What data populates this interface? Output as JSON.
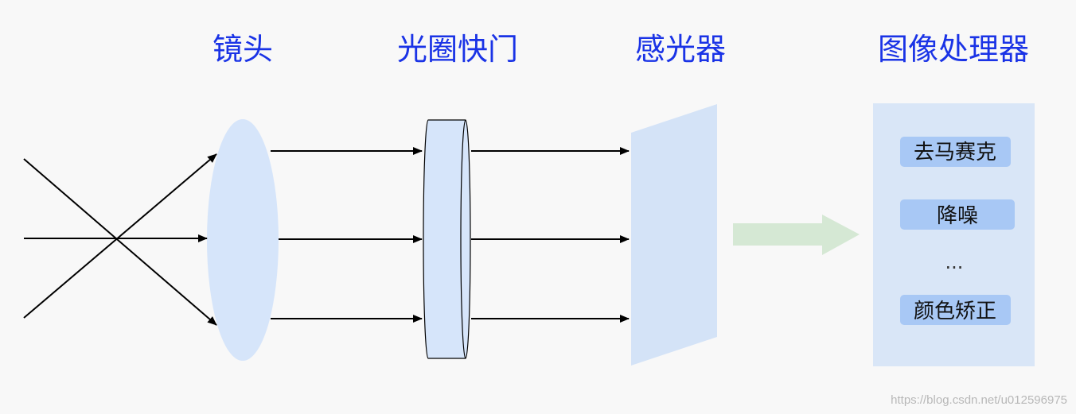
{
  "titles": {
    "lens": "镜头",
    "aperture_shutter": "光圈快门",
    "sensor": "感光器",
    "isp": "图像处理器"
  },
  "isp_steps": {
    "demosaic": "去马赛克",
    "denoise": "降噪",
    "ellipsis": "...",
    "color_correction": "颜色矫正"
  },
  "watermark": "https://blog.csdn.net/u012596975",
  "colors": {
    "title": "#1a33e6",
    "lens_fill": "#d6e5fa",
    "sensor_fill": "#d4e3f7",
    "isp_panel": "#d9e6f7",
    "pill": "#a8c8f5",
    "flow_arrow": "#d5e8d4"
  }
}
